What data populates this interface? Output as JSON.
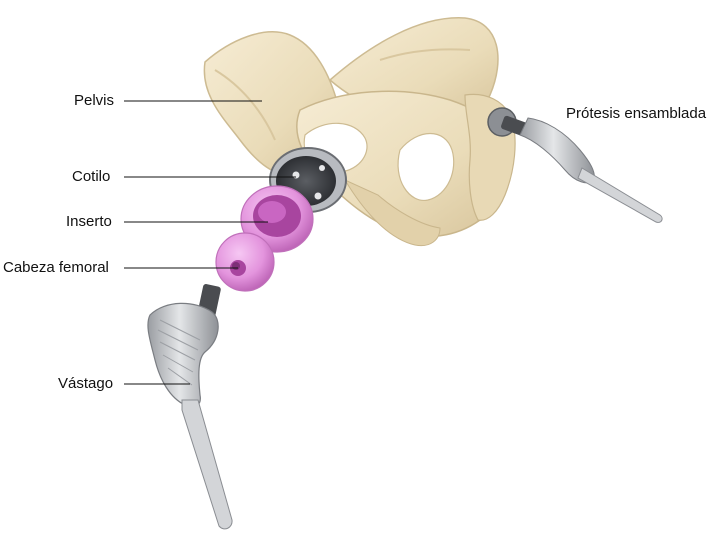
{
  "labels": {
    "pelvis": "Pelvis",
    "cotilo": "Cotilo",
    "inserto": "Inserto",
    "cabeza": "Cabeza femoral",
    "vastago": "Vástago",
    "protesis": "Prótesis ensamblada"
  },
  "colors": {
    "bone": "#efe3c6",
    "bone_shadow": "#cdbb92",
    "metal": "#b9bcc0",
    "metal_dark": "#4a4c50",
    "polyethylene": "#d98fd8",
    "polyethylene_dark": "#a8459f",
    "leader": "#111111"
  },
  "icons": [
    "pelvis-illustration",
    "acetabular-cup",
    "liner-insert",
    "femoral-head",
    "femoral-stem",
    "assembled-prosthesis"
  ]
}
